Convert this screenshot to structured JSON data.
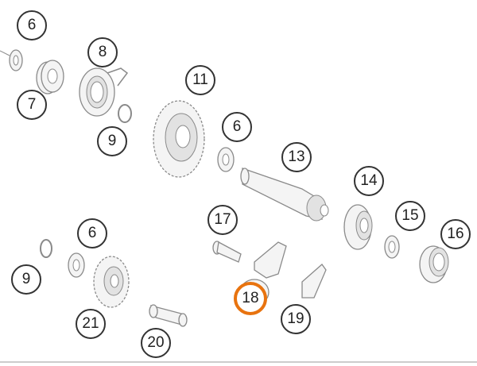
{
  "diagram": {
    "highlight_color": "#e8730f",
    "callouts": [
      {
        "label": "6",
        "part": "washer"
      },
      {
        "label": "8",
        "part": "spring"
      },
      {
        "label": "7",
        "part": "bushing"
      },
      {
        "label": "11",
        "part": "gear"
      },
      {
        "label": "9",
        "part": "circlip"
      },
      {
        "label": "6",
        "part": "washer"
      },
      {
        "label": "13",
        "part": "shaft"
      },
      {
        "label": "14",
        "part": "ratchet"
      },
      {
        "label": "15",
        "part": "washer"
      },
      {
        "label": "16",
        "part": "spring"
      },
      {
        "label": "17",
        "part": "bolt"
      },
      {
        "label": "6",
        "part": "washer"
      },
      {
        "label": "9",
        "part": "circlip"
      },
      {
        "label": "18",
        "part": "washer",
        "highlighted": true
      },
      {
        "label": "19",
        "part": "plate"
      },
      {
        "label": "21",
        "part": "gear"
      },
      {
        "label": "20",
        "part": "pin"
      }
    ]
  }
}
